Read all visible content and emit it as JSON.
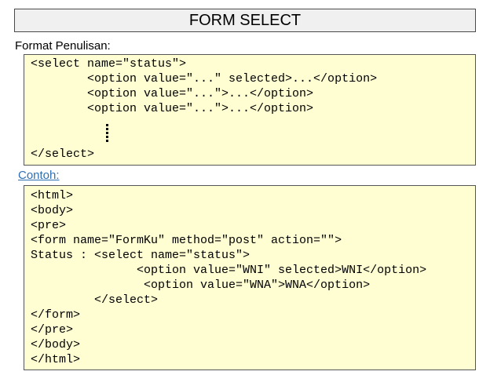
{
  "title": "FORM SELECT",
  "format_label": "Format Penulisan:",
  "format_code": [
    "<select name=\"status\">",
    "        <option value=\"...\" selected>...</option>",
    "        <option value=\"...\">...</option>",
    "        <option value=\"...\">...</option>",
    "</select>"
  ],
  "contoh_label": "Contoh:",
  "contoh_code": [
    "<html>",
    "<body>",
    "<pre>",
    "<form name=\"FormKu\" method=\"post\" action=\"\">",
    "Status : <select name=\"status\">",
    "               <option value=\"WNI\" selected>WNI</option>",
    "                <option value=\"WNA\">WNA</option>",
    "         </select>",
    "</form>",
    "</pre>",
    "</body>",
    "</html>"
  ]
}
